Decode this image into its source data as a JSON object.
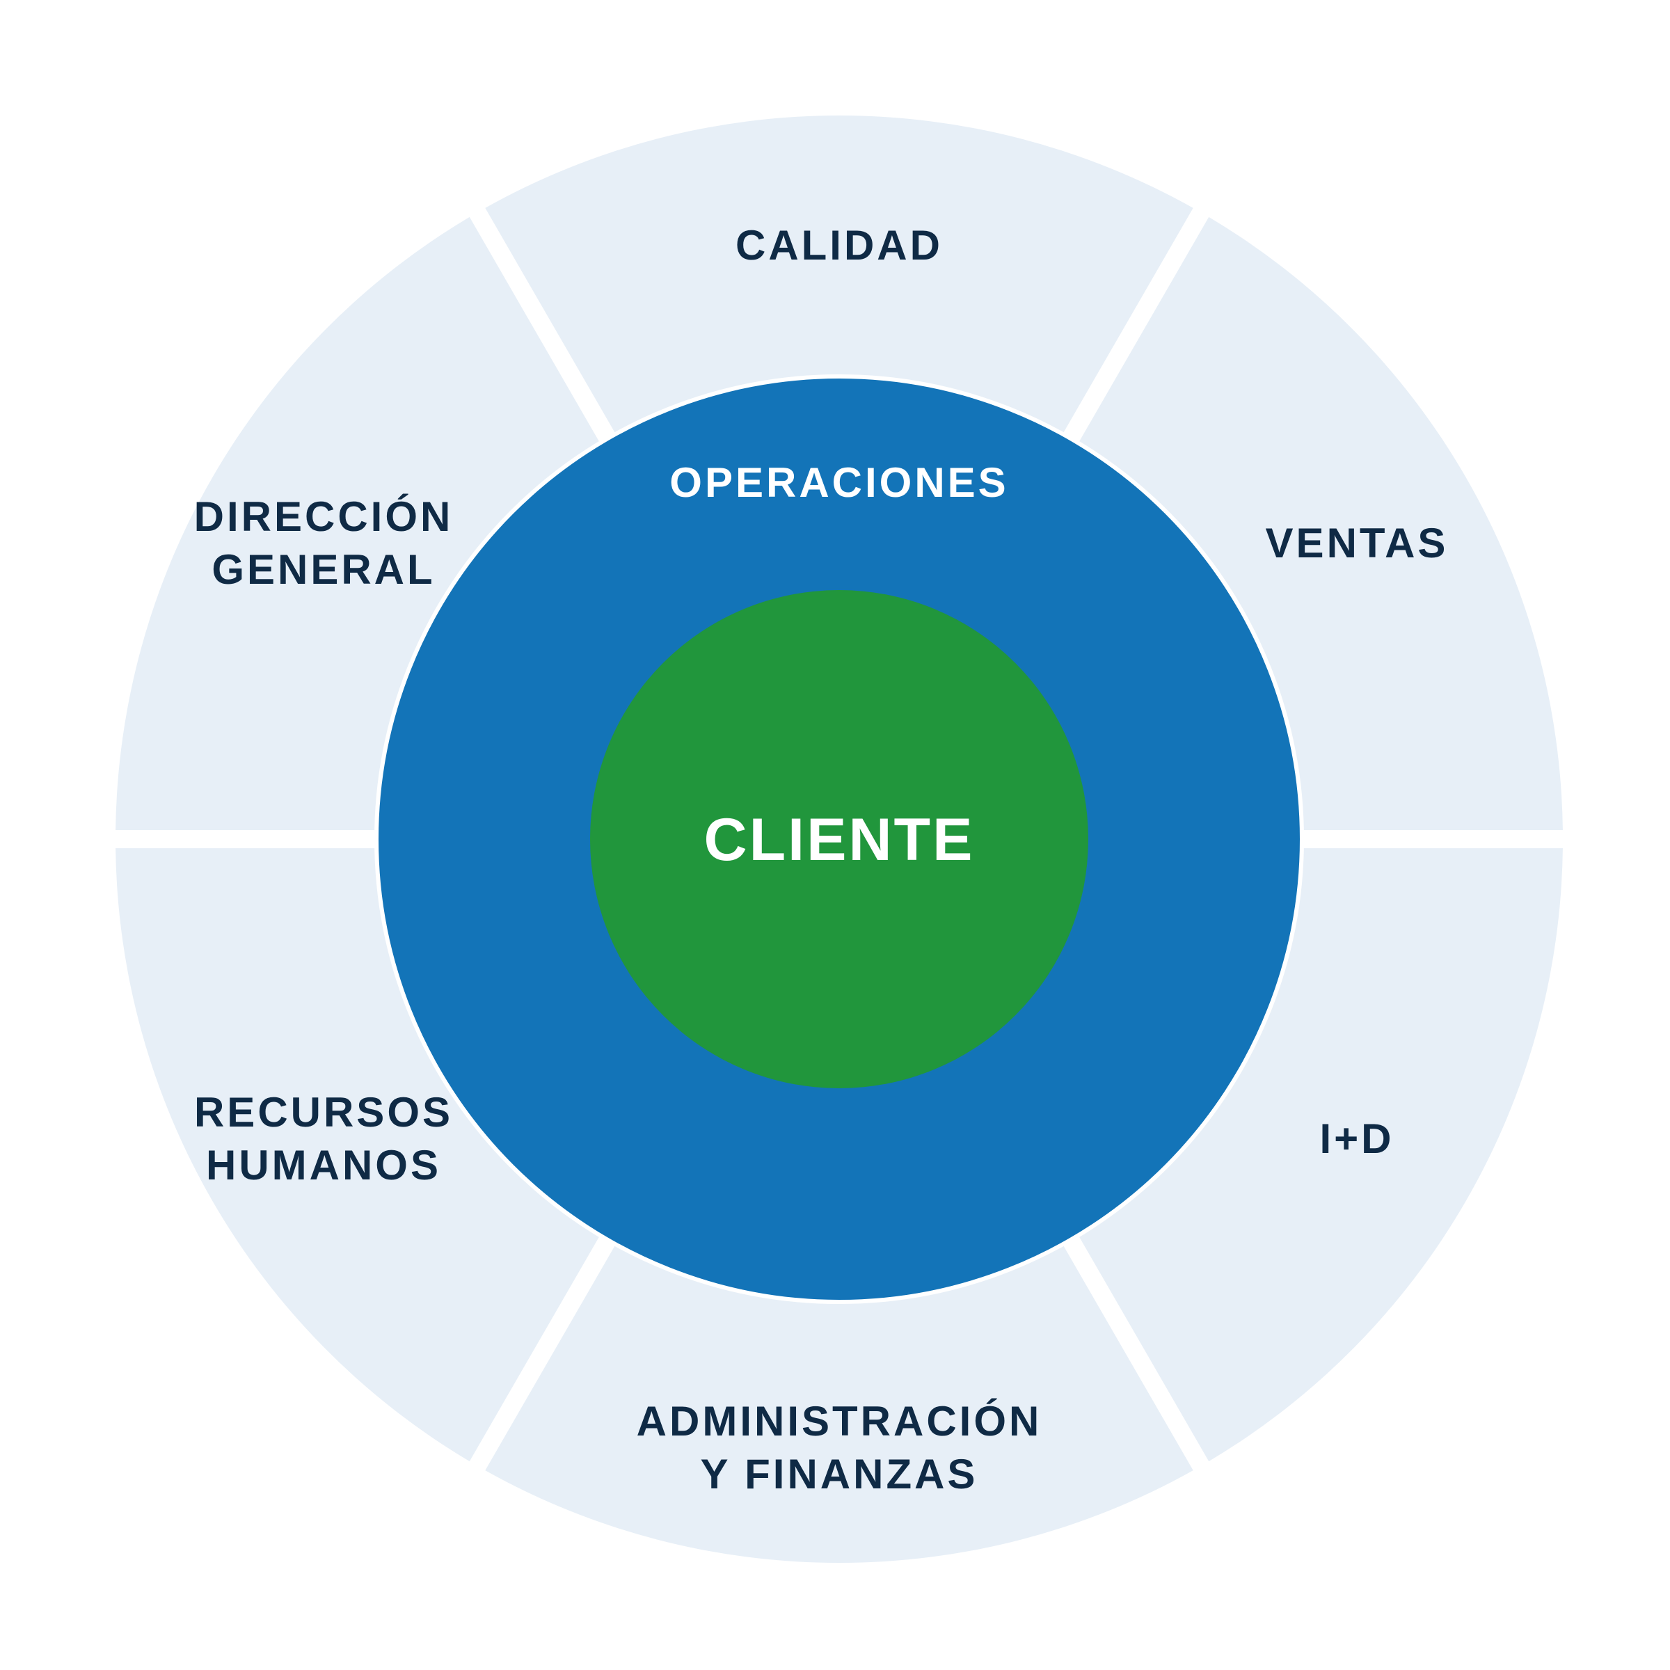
{
  "colors": {
    "background": "#ffffff",
    "segment_fill": "#e7eff7",
    "segment_text": "#0f2a45",
    "ring_fill": "#1374b8",
    "ring_text": "#ffffff",
    "core_fill": "#21963c",
    "core_text": "#ffffff"
  },
  "outer_segments": [
    {
      "id": "calidad",
      "lines": [
        "CALIDAD"
      ]
    },
    {
      "id": "ventas",
      "lines": [
        "VENTAS"
      ]
    },
    {
      "id": "i-d",
      "lines": [
        "I+D"
      ]
    },
    {
      "id": "administracion",
      "lines": [
        "ADMINISTRACIÓN",
        "Y FINANZAS"
      ]
    },
    {
      "id": "recursos-humanos",
      "lines": [
        "RECURSOS",
        "HUMANOS"
      ]
    },
    {
      "id": "direccion-general",
      "lines": [
        "DIRECCIÓN",
        "GENERAL"
      ]
    }
  ],
  "ring": {
    "label": "OPERACIONES"
  },
  "core": {
    "label": "CLIENTE"
  }
}
